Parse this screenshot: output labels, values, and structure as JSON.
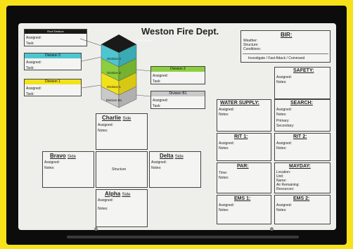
{
  "board_title": "Weston Fire Dept.",
  "roof_division": {
    "header": "Roof Division",
    "assigned": "Assigned:",
    "task": "Task:"
  },
  "division3": {
    "header": "Division 3",
    "assigned": "Assigned:",
    "task": "Task:"
  },
  "division2": {
    "header": "Division 2",
    "assigned": "Assigned:",
    "task": "Task:"
  },
  "division1": {
    "header": "Division 1",
    "assigned": "Assigned:",
    "task": "Task:"
  },
  "divisionB1": {
    "header": "Division B1",
    "assigned": "Assigned:",
    "task": "Task:"
  },
  "building": {
    "roof": "Roof Division",
    "floors": [
      "Division 3",
      "Division 2",
      "Division 1",
      "Division B1"
    ]
  },
  "charlie": {
    "title": "Charlie",
    "side": "Side",
    "assigned": "Assigned:",
    "notes": "Notes:"
  },
  "bravo": {
    "title": "Bravo",
    "side": "Side",
    "assigned": "Assigned:",
    "notes": "Notes:"
  },
  "delta": {
    "title": "Delta",
    "side": "Side",
    "assigned": "Assigned:",
    "notes": "Notes:"
  },
  "alpha": {
    "title": "Alpha",
    "side": "Side",
    "assigned": "Assigned:",
    "notes": "Notes:"
  },
  "structure": "Structure",
  "bir": {
    "title": "BIR:",
    "weather": "Weather:",
    "structure": "Structure:",
    "conditions": "Conditions:",
    "footer": "Investigate / Fast Attack / Command"
  },
  "safety": {
    "title": "SAFETY:",
    "assigned": "Assigned:",
    "notes": "Notes:"
  },
  "water_supply": {
    "title": "WATER SUPPLY:",
    "assigned": "Assigned:",
    "notes": "Notes:"
  },
  "search": {
    "title": "SEARCH:",
    "assigned": "Assigned:",
    "notes": "Notes:",
    "primary": "Primary:",
    "secondary": "Secondary:"
  },
  "rit1": {
    "title": "RIT 1:",
    "assigned": "Assigned:",
    "notes": "Notes:"
  },
  "rit2": {
    "title": "RIT 2:",
    "assigned": "Assigned:",
    "notes": "Notes:"
  },
  "par": {
    "title": "PAR:",
    "time": "Time:",
    "notes": "Notes:"
  },
  "mayday": {
    "title": "MAYDAY:",
    "location": "Location:",
    "unit": "Unit:",
    "name": "Name:",
    "air": "Air Remaining:",
    "resources": "Resources:"
  },
  "ems1": {
    "title": "EMS 1:",
    "assigned": "Assigned:",
    "notes": "Notes:"
  },
  "ems2": {
    "title": "EMS 2:",
    "assigned": "Assigned:",
    "notes": "Notes:"
  },
  "colors": {
    "division3": "#4ec6d0",
    "division2": "#8ccf3e",
    "division1": "#f2e21c",
    "divisionB1": "#c9c9c9",
    "roof": "#1a1a1a"
  }
}
